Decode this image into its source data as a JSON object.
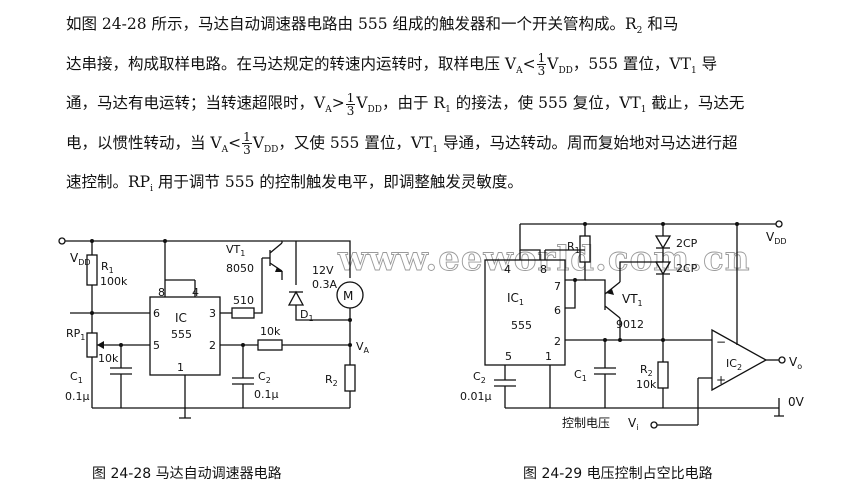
{
  "paragraph": {
    "l1a": "如图 24-28 所示，马达自动调速器电路由 555 组成的触发器和一个开关管构成。R",
    "l1s": "2",
    "l1b": " 和马",
    "l2a": "达串接，构成取样电路。在马达规定的转速内运转时，取样电压 V",
    "l2s1": "A",
    "l2b": "<",
    "l2fn": "1",
    "l2fd": "3",
    "l2c": "V",
    "l2s2": "DD",
    "l2d": "，555 置位，VT",
    "l2s3": "1",
    "l2e": " 导",
    "l3a": "通，马达有电运转；当转速超限时，V",
    "l3s1": "A",
    "l3b": ">",
    "l3fn": "1",
    "l3fd": "3",
    "l3c": "V",
    "l3s2": "DD",
    "l3d": "，由于 R",
    "l3s3": "1",
    "l3e": " 的接法，使 555 复位，VT",
    "l3s4": "1",
    "l3f": " 截止，马达无",
    "l4a": "电，以惯性转动，当 V",
    "l4s1": "A",
    "l4b": "<",
    "l4fn": "1",
    "l4fd": "3",
    "l4c": "V",
    "l4s2": "DD",
    "l4d": "，又使 555 置位，VT",
    "l4s3": "1",
    "l4e": " 导通，马达转动。周而复始地对马达进行超",
    "l5a": "速控制。RP",
    "l5s": "i",
    "l5b": " 用于调节 555 的控制触发电平，即调整触发灵敏度。"
  },
  "watermark": "www.eeworld.com.cn",
  "fig28": {
    "caption": "图 24-28    马达自动调速器电路",
    "vdd": "V",
    "vdd_sub": "DD",
    "r1": "R",
    "r1_sub": "1",
    "r1_val": "100k",
    "rp1": "RP",
    "rp1_sub": "1",
    "rp1_val": "10k",
    "c1": "C",
    "c1_sub": "1",
    "c1_val": "0.1μ",
    "ic": "IC",
    "ic_num": "555",
    "pin8": "8",
    "pin4": "4",
    "pin6": "6",
    "pin3": "3",
    "pin5": "5",
    "pin2": "2",
    "pin1": "1",
    "vt1": "VT",
    "vt1_sub": "1",
    "vt1_val": "8050",
    "r510": "510",
    "r10k": "10k",
    "c2": "C",
    "c2_sub": "2",
    "c2_val": "0.1μ",
    "d1": "D",
    "d1_sub": "1",
    "motor_v": "12V",
    "motor_a": "0.3A",
    "motor": "M",
    "va": "V",
    "va_sub": "A",
    "r2": "R",
    "r2_sub": "2"
  },
  "fig29": {
    "caption": "图 24-29    电压控制占空比电路",
    "vdd": "V",
    "vdd_sub": "DD",
    "r1": "R",
    "r1_sub": "1",
    "d2cp_a": "2CP",
    "d2cp_b": "2CP",
    "ic1": "IC",
    "ic1_sub": "1",
    "ic1_num": "555",
    "pin4": "4",
    "pin8": "8",
    "pin7": "7",
    "pin6": "6",
    "pin2": "2",
    "pin5": "5",
    "pin1": "1",
    "vt1": "VT",
    "vt1_sub": "1",
    "vt1_val": "9012",
    "c1": "C",
    "c1_sub": "1",
    "c2": "C",
    "c2_sub": "2",
    "c2_val": "0.01μ",
    "r2": "R",
    "r2_sub": "2",
    "r2_val": "10k",
    "ic2": "IC",
    "ic2_sub": "2",
    "minus": "−",
    "plus": "+",
    "vo": "V",
    "vo_sub": "o",
    "zero_v": "0V",
    "ctrl_label": "控制电压",
    "vi": "V",
    "vi_sub": "i"
  }
}
